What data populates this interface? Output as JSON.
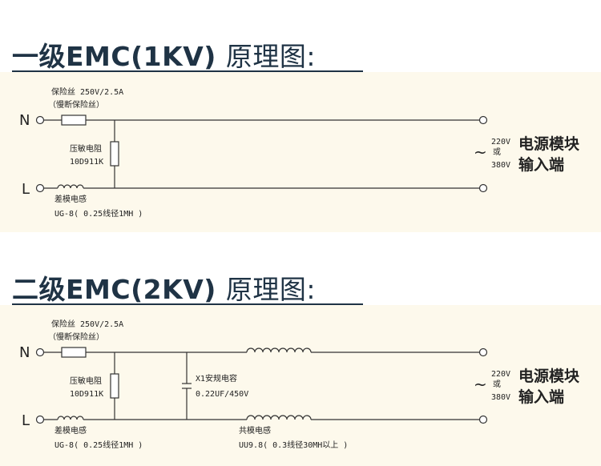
{
  "section1": {
    "title": "一级EMC(1KV)",
    "title_suffix": "原理图:",
    "fuse_label": "保险丝 250V/2.5A",
    "fuse_sub": "（慢断保险丝）",
    "n_label": "N",
    "l_label": "L",
    "varistor_label": "压敏电阻",
    "varistor_model": "10D911K",
    "inductor_label": "差模电感",
    "inductor_model": "UG-8( 0.25线径1MH )",
    "tilde": "~",
    "v1": "220V",
    "or": "或",
    "v2": "380V",
    "output_line1": "电源模块",
    "output_line2": "输入端"
  },
  "section2": {
    "title": "二级EMC(2KV)",
    "title_suffix": "原理图:",
    "fuse_label": "保险丝 250V/2.5A",
    "fuse_sub": "（慢断保险丝）",
    "n_label": "N",
    "l_label": "L",
    "varistor_label": "压敏电阻",
    "varistor_model": "10D911K",
    "cap_label": "X1安规电容",
    "cap_value": "0.22UF/450V",
    "inductor_label": "差模电感",
    "inductor_model": "UG-8( 0.25线径1MH )",
    "cm_label": "共模电感",
    "cm_model": "UU9.8( 0.3线径30MH以上 )",
    "tilde": "~",
    "v1": "220V",
    "or": "或",
    "v2": "380V",
    "output_line1": "电源模块",
    "output_line2": "输入端"
  }
}
